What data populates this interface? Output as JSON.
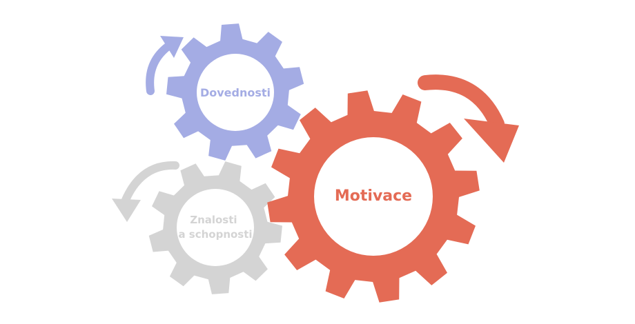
{
  "gears": {
    "skills": {
      "lines": [
        "Dovednosti"
      ],
      "color": "#a4ace4"
    },
    "knowledge": {
      "lines": [
        "Znalosti",
        "a schopnosti"
      ],
      "color": "#d4d4d4"
    },
    "motivation": {
      "lines": [
        "Motivace"
      ],
      "color": "#e46b55"
    }
  },
  "arrows": {
    "skills": {
      "color": "#a4ace4",
      "direction": "clockwise"
    },
    "knowledge": {
      "color": "#d4d4d4",
      "direction": "counterclockwise"
    },
    "motivation": {
      "color": "#e46b55",
      "direction": "clockwise"
    }
  }
}
